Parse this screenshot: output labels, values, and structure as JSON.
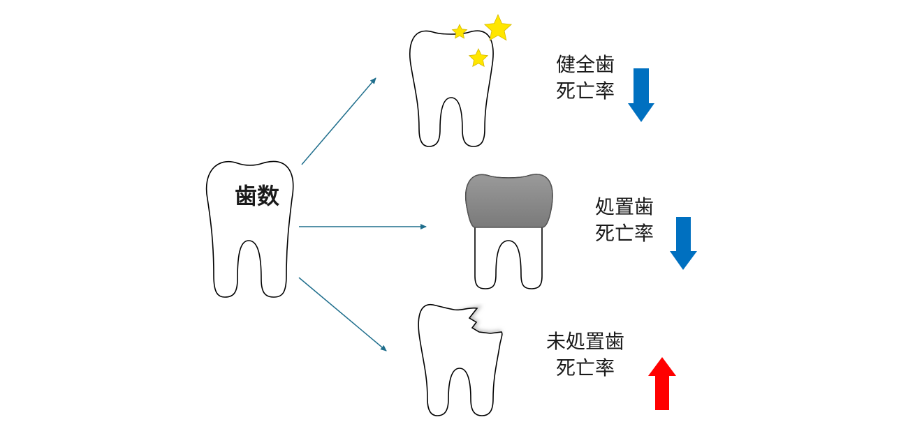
{
  "center_tooth": {
    "label": "歯数"
  },
  "outcomes": [
    {
      "tooth_type": "healthy",
      "line1": "健全歯",
      "line2": "死亡率",
      "trend": "down",
      "trend_color": "#0070c0"
    },
    {
      "tooth_type": "treated",
      "line1": "処置歯",
      "line2": "死亡率",
      "trend": "down",
      "trend_color": "#0070c0"
    },
    {
      "tooth_type": "untreated",
      "line1": "未処置歯",
      "line2": "死亡率",
      "trend": "up",
      "trend_color": "#ff0000"
    }
  ],
  "colors": {
    "connector": "#1f6e8c",
    "sparkle": "#ffe600",
    "crown": "#808080"
  }
}
